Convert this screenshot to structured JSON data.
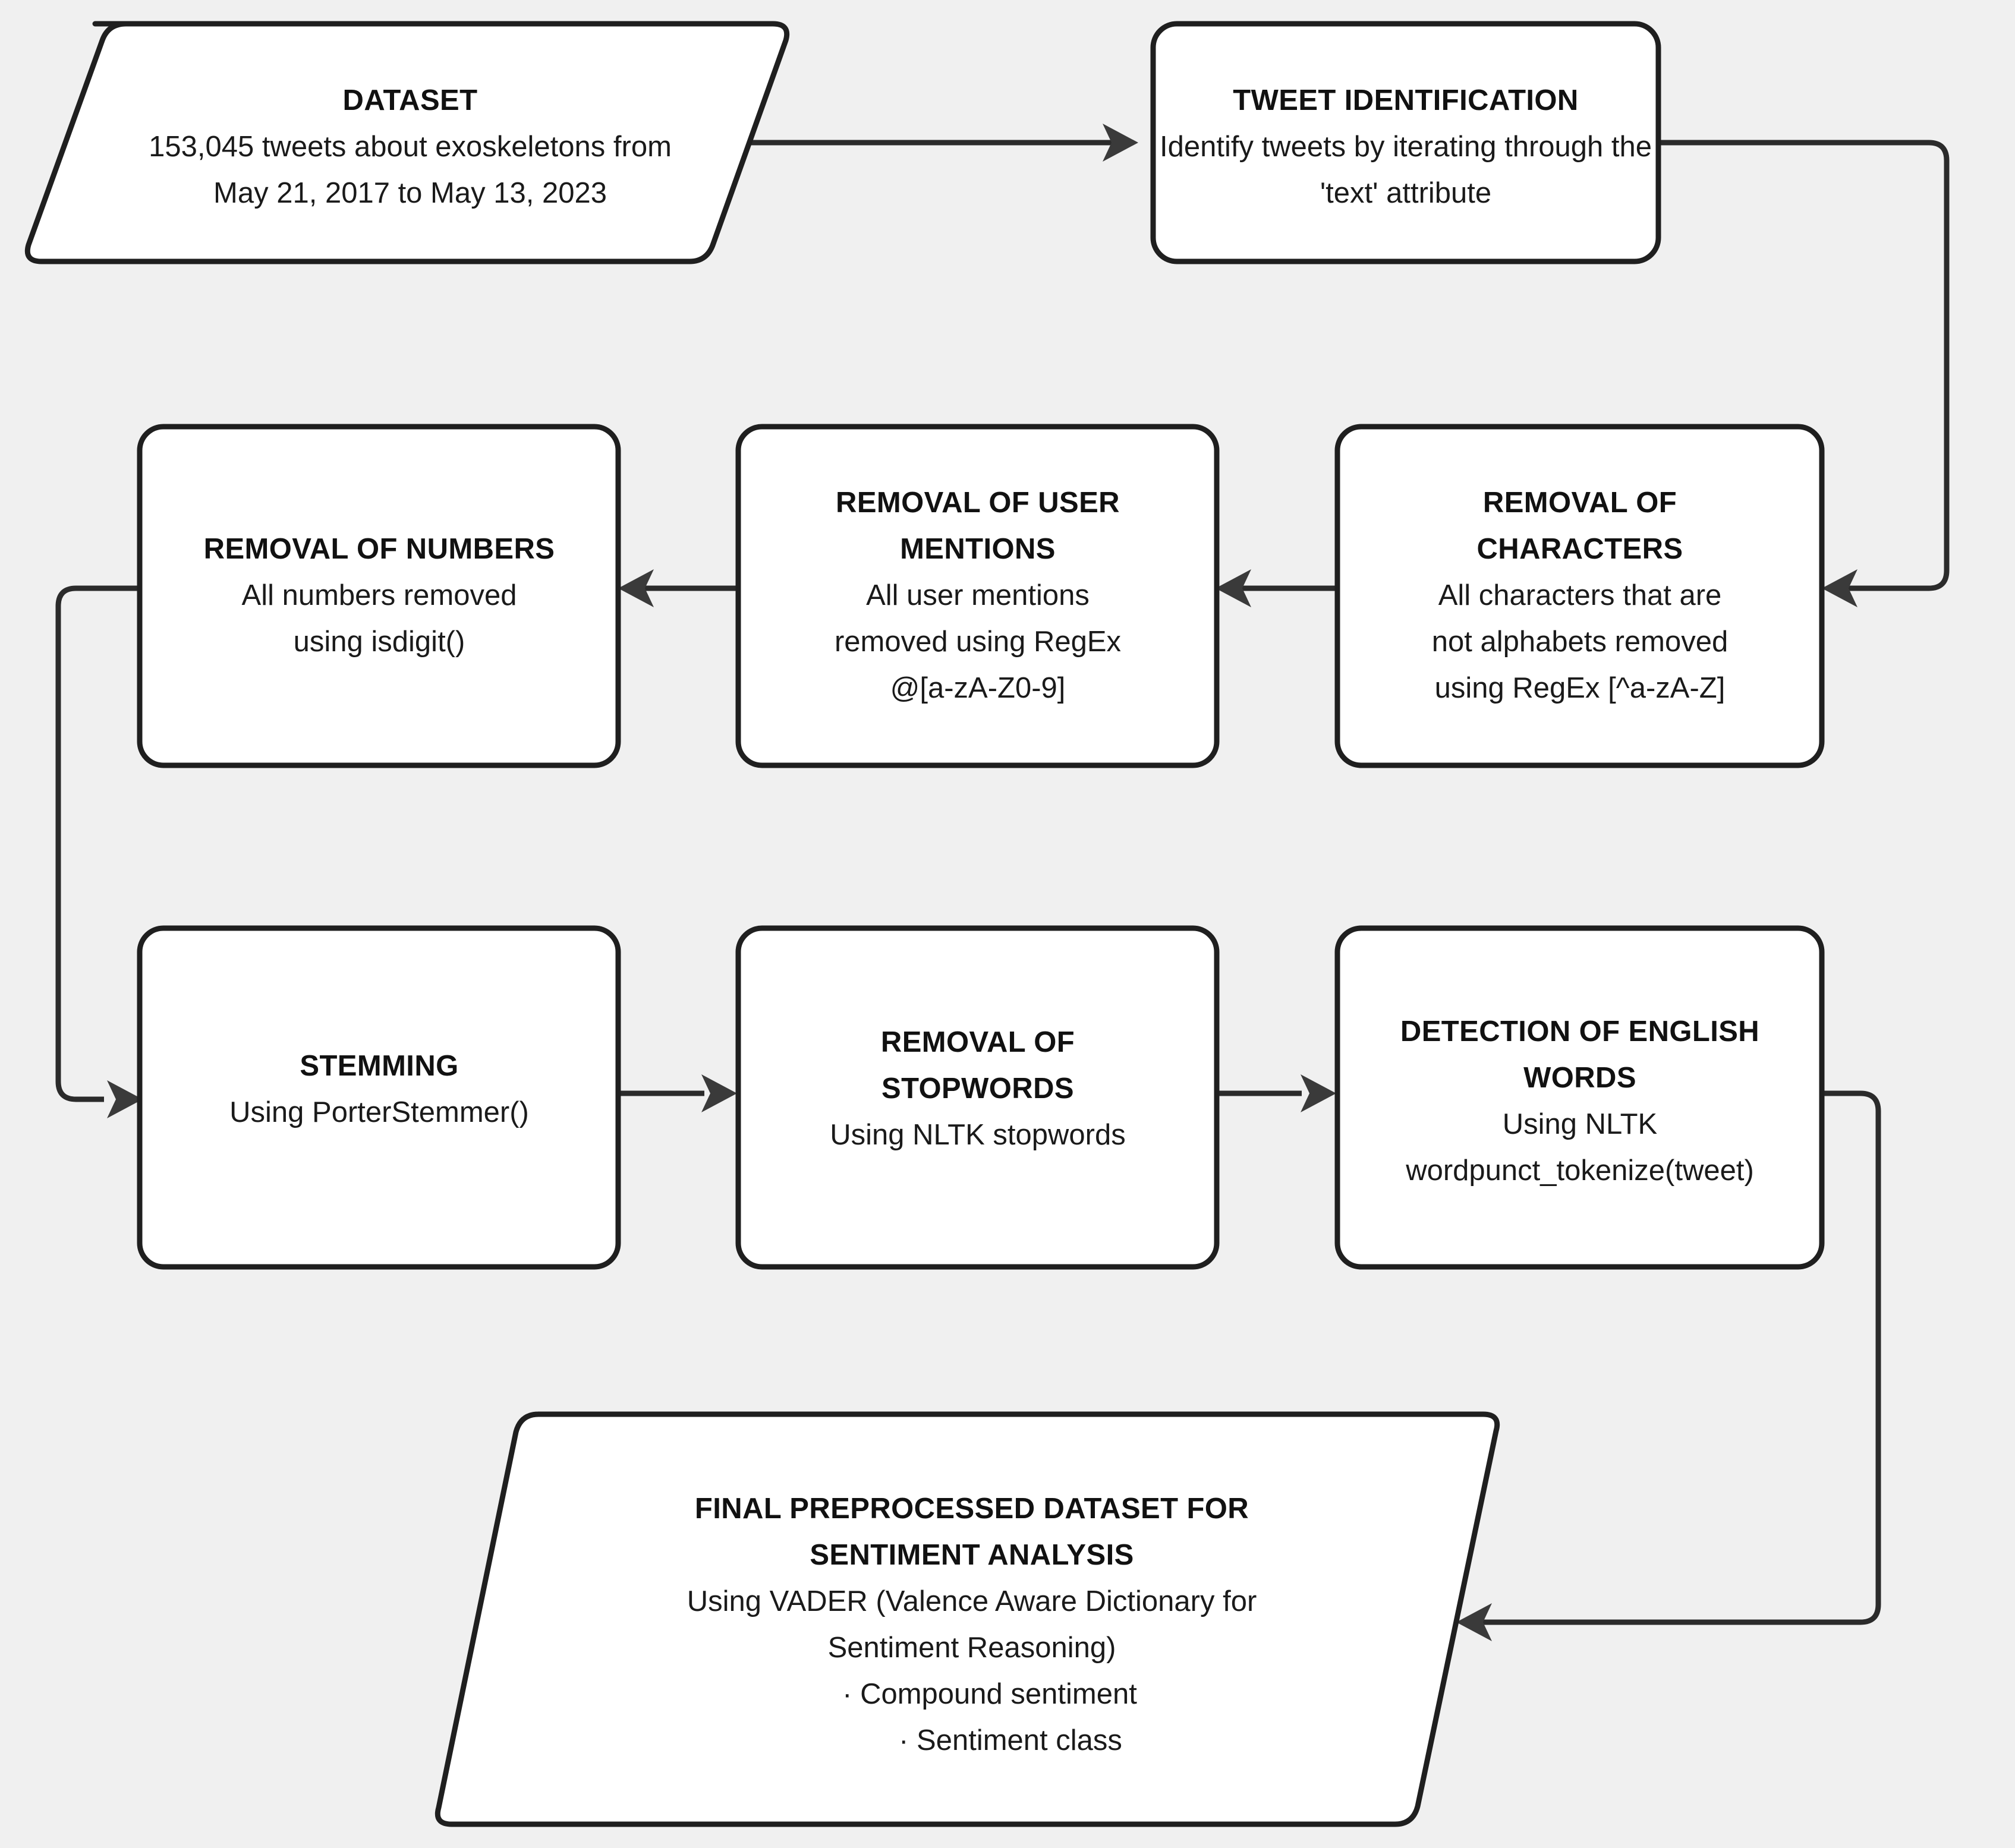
{
  "diagram": {
    "title": "Tweet preprocessing and sentiment analysis pipeline",
    "background_color": "#f0f0f0",
    "node_fill": "#ffffff",
    "node_stroke": "#1f1f1f",
    "edge_color": "#2b2b2b",
    "text_color": "#111111"
  },
  "nodes": {
    "dataset": {
      "shape": "parallelogram",
      "title": "DATASET",
      "lines": [
        "153,045 tweets about exoskeletons from",
        "May 21, 2017 to May 13, 2023"
      ]
    },
    "tweet_identification": {
      "shape": "rounded-rect",
      "title": "TWEET IDENTIFICATION",
      "lines": [
        "Identify tweets by iterating through the",
        "'text' attribute"
      ]
    },
    "removal_of_characters": {
      "shape": "rounded-rect",
      "title_lines": [
        "REMOVAL OF",
        "CHARACTERS"
      ],
      "lines": [
        "All characters that are",
        "not alphabets removed",
        "using RegEx [^a-zA-Z]"
      ]
    },
    "removal_of_user_mentions": {
      "shape": "rounded-rect",
      "title_lines": [
        "REMOVAL OF USER",
        "MENTIONS"
      ],
      "lines": [
        "All user mentions",
        "removed using RegEx",
        "@[a-zA-Z0-9]"
      ]
    },
    "removal_of_numbers": {
      "shape": "rounded-rect",
      "title_lines": [
        "REMOVAL OF NUMBERS"
      ],
      "lines": [
        "All numbers removed",
        "using isdigit()"
      ]
    },
    "stemming": {
      "shape": "rounded-rect",
      "title_lines": [
        "STEMMING"
      ],
      "lines": [
        "Using PorterStemmer()"
      ]
    },
    "removal_of_stopwords": {
      "shape": "rounded-rect",
      "title_lines": [
        "REMOVAL OF",
        "STOPWORDS"
      ],
      "lines": [
        "Using NLTK stopwords"
      ]
    },
    "detection_of_english_words": {
      "shape": "rounded-rect",
      "title_lines": [
        "DETECTION OF ENGLISH",
        "WORDS"
      ],
      "lines": [
        "Using NLTK",
        "wordpunct_tokenize(tweet)"
      ]
    },
    "final_dataset": {
      "shape": "parallelogram",
      "title_lines": [
        "FINAL PREPROCESSED DATASET FOR",
        "SENTIMENT ANALYSIS"
      ],
      "lines": [
        "Using VADER (Valence Aware Dictionary for",
        "Sentiment Reasoning)"
      ],
      "bullets": [
        "·  Compound sentiment",
        "·  Sentiment class"
      ]
    }
  },
  "edges": [
    {
      "id": "e1",
      "from": "dataset",
      "to": "tweet_identification",
      "style": "straight-right"
    },
    {
      "id": "e2",
      "from": "tweet_identification",
      "to": "removal_of_characters",
      "style": "right-down-left"
    },
    {
      "id": "e3",
      "from": "removal_of_characters",
      "to": "removal_of_user_mentions",
      "style": "straight-left"
    },
    {
      "id": "e4",
      "from": "removal_of_user_mentions",
      "to": "removal_of_numbers",
      "style": "straight-left"
    },
    {
      "id": "e5",
      "from": "removal_of_numbers",
      "to": "stemming",
      "style": "left-down-right"
    },
    {
      "id": "e6",
      "from": "stemming",
      "to": "removal_of_stopwords",
      "style": "straight-right"
    },
    {
      "id": "e7",
      "from": "removal_of_stopwords",
      "to": "detection_of_english_words",
      "style": "straight-right"
    },
    {
      "id": "e8",
      "from": "detection_of_english_words",
      "to": "final_dataset",
      "style": "right-down-left"
    }
  ]
}
